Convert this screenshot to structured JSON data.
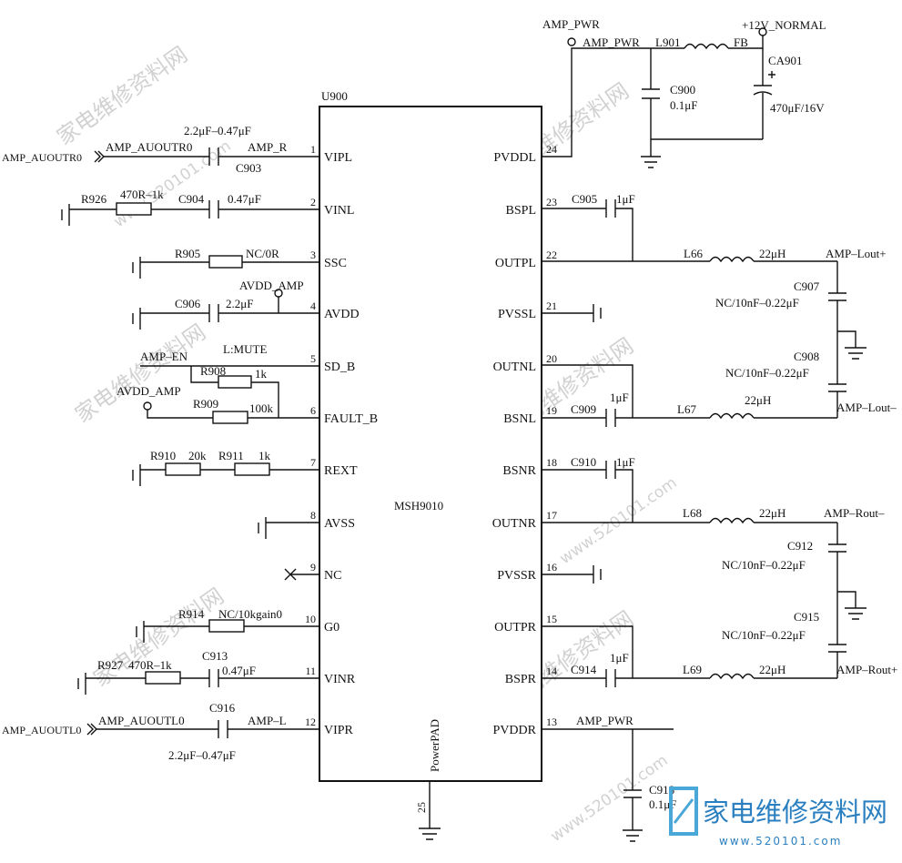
{
  "chip": {
    "ref": "U900",
    "name": "MSH9010",
    "powerpad": "PowerPAD",
    "pad_pin": "25"
  },
  "left_pins": [
    {
      "num": "1",
      "name": "VIPL"
    },
    {
      "num": "2",
      "name": "VINL"
    },
    {
      "num": "3",
      "name": "SSC"
    },
    {
      "num": "4",
      "name": "AVDD"
    },
    {
      "num": "5",
      "name": "SD_B"
    },
    {
      "num": "6",
      "name": "FAULT_B"
    },
    {
      "num": "7",
      "name": "REXT"
    },
    {
      "num": "8",
      "name": "AVSS"
    },
    {
      "num": "9",
      "name": "NC"
    },
    {
      "num": "10",
      "name": "G0"
    },
    {
      "num": "11",
      "name": "VINR"
    },
    {
      "num": "12",
      "name": "VIPR"
    }
  ],
  "right_pins": [
    {
      "num": "24",
      "name": "PVDDL"
    },
    {
      "num": "23",
      "name": "BSPL"
    },
    {
      "num": "22",
      "name": "OUTPL"
    },
    {
      "num": "21",
      "name": "PVSSL"
    },
    {
      "num": "20",
      "name": "OUTNL"
    },
    {
      "num": "19",
      "name": "BSNL"
    },
    {
      "num": "18",
      "name": "BSNR"
    },
    {
      "num": "17",
      "name": "OUTNR"
    },
    {
      "num": "16",
      "name": "PVSSR"
    },
    {
      "num": "15",
      "name": "OUTPR"
    },
    {
      "num": "14",
      "name": "BSPR"
    },
    {
      "num": "13",
      "name": "PVDDR"
    }
  ],
  "labels": {
    "amp_pwr": "AMP_PWR",
    "amp_pwr_net": "AMP_PWR",
    "l901": "L901",
    "fb": "FB",
    "v12": "+12V_NORMAL",
    "ca901": "CA901",
    "ca901_val": "470μF/16V",
    "c900": "C900",
    "c900_val": "0.1μF",
    "c903_val": "2.2μF–0.47μF",
    "amp_auoutr0_port": "AMP_AUOUTR0",
    "amp_auoutr0": "AMP_AUOUTR0",
    "amp_r": "AMP_R",
    "c903": "C903",
    "r926": "R926",
    "r926_val": "470R–1k",
    "c904": "C904",
    "c904_val": "0.47μF",
    "r905": "R905",
    "r905_val": "NC/0R",
    "avdd_amp": "AVDD_AMP",
    "c906": "C906",
    "c906_val": "2.2μF",
    "mute": "L:MUTE",
    "amp_en": "AMP–EN",
    "r908": "R908",
    "r908_val": "1k",
    "avdd_amp2": "AVDD_AMP",
    "r909": "R909",
    "r909_val": "100k",
    "r910": "R910",
    "r910_val": "20k",
    "r911": "R911",
    "r911_val": "1k",
    "r914": "R914",
    "r914_val": "NC/10kgain0",
    "r927": "R927",
    "r927_val": "470R–1k",
    "c913": "C913",
    "c913_val": "0.47μF",
    "c916": "C916",
    "amp_auoutl0_port": "AMP_AUOUTL0",
    "amp_auoutl0": "AMP_AUOUTL0",
    "amp_l": "AMP–L",
    "c916_val": "2.2μF–0.47μF",
    "c905": "C905",
    "c905_val": "1μF",
    "l66": "L66",
    "l66_val": "22μH",
    "lout_p": "AMP–Lout+",
    "c907": "C907",
    "c907_val": "NC/10nF–0.22μF",
    "c908": "C908",
    "c908_val": "NC/10nF–0.22μF",
    "c909": "C909",
    "c909_val": "1μF",
    "l67": "L67",
    "l67_val": "22μH",
    "lout_n": "AMP–Lout–",
    "c910": "C910",
    "c910_val": "1μF",
    "l68": "L68",
    "l68_val": "22μH",
    "rout_n": "AMP–Rout–",
    "c912": "C912",
    "c912_val": "NC/10nF–0.22μF",
    "c915": "C915",
    "c915_val": "NC/10nF–0.22μF",
    "c914": "C914",
    "c914_val": "1μF",
    "l69": "L69",
    "l69_val": "22μH",
    "rout_p": "AMP–Rout+",
    "amp_pwr2": "AMP_PWR",
    "c918": "C918",
    "c918_val": "0.1μF"
  },
  "watermark": {
    "text": "家电维修资料网",
    "url": "www.520101.com"
  },
  "logo": {
    "title": "家电维修资料网",
    "url": "www.520101.com"
  }
}
